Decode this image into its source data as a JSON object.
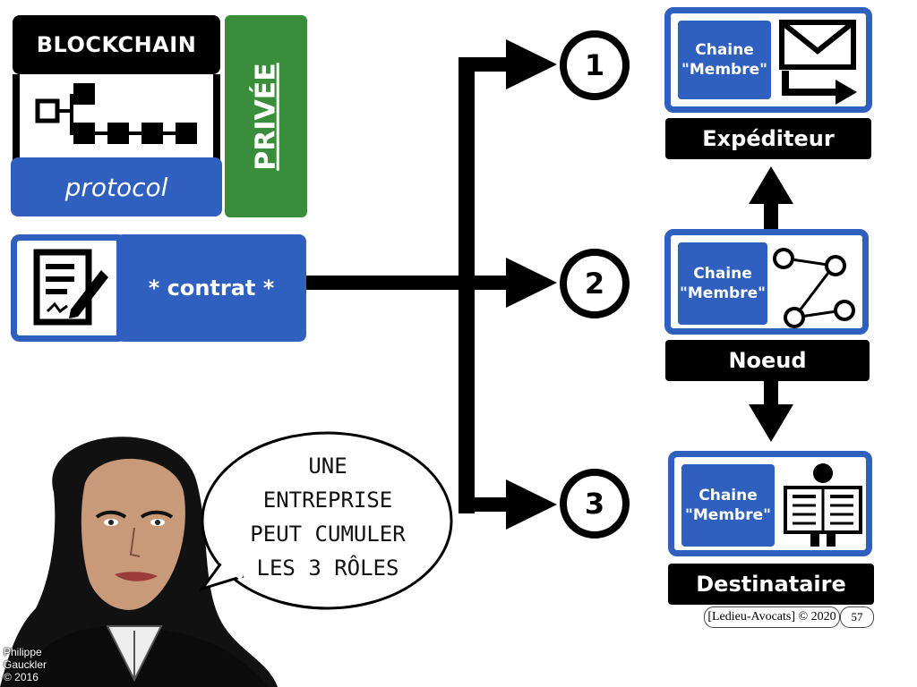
{
  "left": {
    "blockchain_label": "BLOCKCHAIN",
    "protocol_label": "protocol",
    "privee_label": "PRIVÉE",
    "contrat_label": "* contrat *"
  },
  "steps": [
    "1",
    "2",
    "3"
  ],
  "roles": [
    {
      "chain_label": "Chaine \"Membre\"",
      "name": "Expéditeur",
      "icon": "envelope-send-icon"
    },
    {
      "chain_label": "Chaine \"Membre\"",
      "name": "Noeud",
      "icon": "network-nodes-icon"
    },
    {
      "chain_label": "Chaine \"Membre\"",
      "name": "Destinataire",
      "icon": "person-reading-newspaper-icon"
    }
  ],
  "bubble": {
    "lines": [
      "UNE",
      "ENTREPRISE",
      "PEUT CUMULER",
      "LES 3 RÔLES"
    ]
  },
  "footer": {
    "credit": "[Ledieu-Avocats] © 2020",
    "page_number": "57"
  },
  "artist": {
    "lines": [
      "Philippe",
      "Gauckler",
      "© 2016"
    ]
  },
  "colors": {
    "blue": "#2f5fbf",
    "green": "#3a8d3a",
    "black": "#000000"
  }
}
